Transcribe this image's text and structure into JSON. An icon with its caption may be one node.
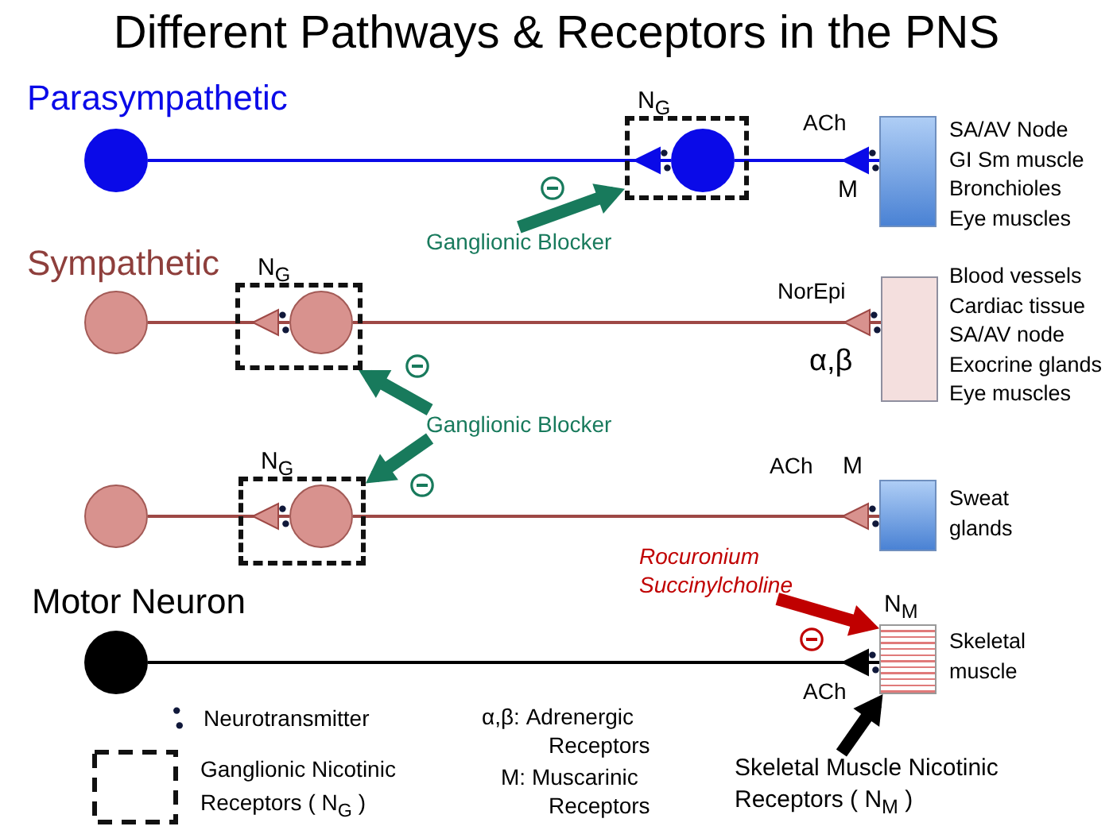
{
  "diagram": {
    "title": "Different Pathways & Receptors in the PNS",
    "nodes": [
      {
        "text": [],
        "shape": "circle"
      },
      {
        "text": [
          "N$_{G}$"
        ]
      },
      {
        "text": [],
        "shape": "circle",
        "in": 1
      },
      {
        "text": [],
        "shape": "box",
        "beside": [
          "SA/AV Node",
          "GI Sm muscle",
          "Bronchioles",
          "Eye muscles"
        ]
      },
      {
        "text": [
          "Ganglionic Blocker"
        ]
      },
      {
        "text": [],
        "shape": "circle"
      },
      {
        "text": [
          "N$_{G}$"
        ]
      },
      {
        "text": [],
        "shape": "circle",
        "in": 6
      },
      {
        "text": [],
        "shape": "box",
        "beside": [
          "Blood vessels",
          "Cardiac tissue",
          "SA/AV node",
          "Exocrine glands",
          "Eye muscles"
        ]
      },
      {
        "text": [
          "Ganglionic Blocker"
        ]
      },
      {
        "text": [],
        "shape": "circle"
      },
      {
        "text": [
          "N$_{G}$"
        ]
      },
      {
        "text": [],
        "shape": "circle",
        "in": 11
      },
      {
        "text": [],
        "shape": "box",
        "beside": [
          "Sweat glands"
        ]
      },
      {
        "text": [
          "Rocuronium",
          "Succinylcholine"
        ]
      },
      {
        "text": [],
        "shape": "circle"
      },
      {
        "text": [],
        "shape": "box",
        "beside": [
          "Skeletal muscle"
        ]
      },
      {
        "text": [
          "Skeletal Muscle Nicotinic Receptors ( N$_{M}$ )"
        ]
      }
    ],
    "edges": [
      {
        "from": 0,
        "to": 2,
        "arrow": "other",
        "color": "#0a0ae8"
      },
      {
        "from": 2,
        "to": 3,
        "arrow": "other",
        "color": "#0a0ae8"
      },
      {
        "from": 4,
        "to": 1,
        "arrow": "to",
        "style": "thick",
        "color": "#187a5c"
      },
      {
        "from": 5,
        "to": 7,
        "arrow": "other"
      },
      {
        "from": 7,
        "to": 8,
        "arrow": "other"
      },
      {
        "from": 9,
        "to": 6,
        "arrow": "to",
        "style": "thick",
        "color": "#187a5c"
      },
      {
        "from": 9,
        "to": 11,
        "arrow": "to",
        "style": "thick",
        "color": "#187a5c"
      },
      {
        "from": 10,
        "to": 12,
        "arrow": "other"
      },
      {
        "from": 12,
        "to": 13,
        "arrow": "other"
      },
      {
        "from": 14,
        "to": 16,
        "arrow": "to",
        "style": "thick",
        "color": "#c00000"
      },
      {
        "from": 15,
        "to": 16,
        "arrow": "other",
        "color": "#000000"
      },
      {
        "from": 17,
        "to": 16,
        "arrow": "to",
        "style": "thick",
        "color": "#000000"
      }
    ],
    "labels": [
      "Parasympathetic",
      "ACh",
      "M",
      "Sympathetic",
      "NorEpi",
      "α,β",
      "ACh",
      "M",
      "Motor Neuron",
      "N$_{M}$",
      "ACh",
      "α,β: Adrenergic Receptors",
      "M: Muscarinic Receptors"
    ],
    "legend": [
      {
        "text": "Neurotransmitter"
      },
      {
        "text": "Ganglionic Nicotinic Receptors ( N$_{G}$ )"
      }
    ]
  }
}
